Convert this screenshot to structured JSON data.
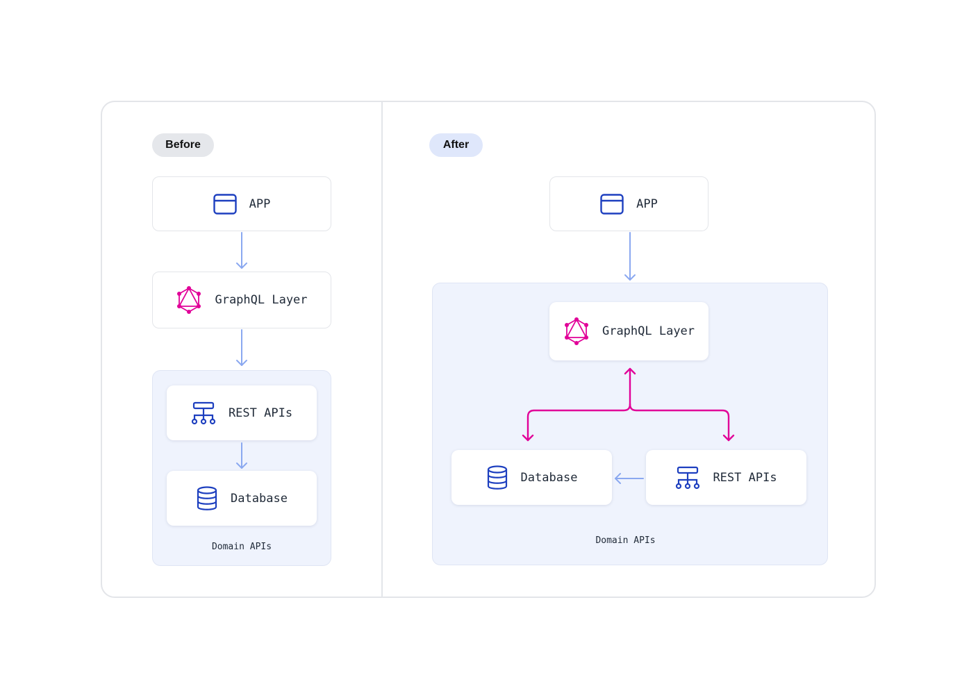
{
  "before": {
    "badge": "Before",
    "app": "APP",
    "graphql": "GraphQL Layer",
    "rest": "REST APIs",
    "database": "Database",
    "group_label": "Domain APIs"
  },
  "after": {
    "badge": "After",
    "app": "APP",
    "graphql": "GraphQL Layer",
    "rest": "REST APIs",
    "database": "Database",
    "group_label": "Domain APIs"
  },
  "icons": {
    "app": "window-icon",
    "graphql": "graphql-icon",
    "rest": "network-tree-icon",
    "database": "database-icon"
  },
  "colors": {
    "icon_blue": "#1d3fbf",
    "graphql_pink": "#e10098",
    "arrow_blue": "#8aa8f0",
    "arrow_pink": "#e10098",
    "group_bg": "#eff3fd",
    "badge_before": "#e5e7eb",
    "badge_after": "#dfe7fb"
  }
}
